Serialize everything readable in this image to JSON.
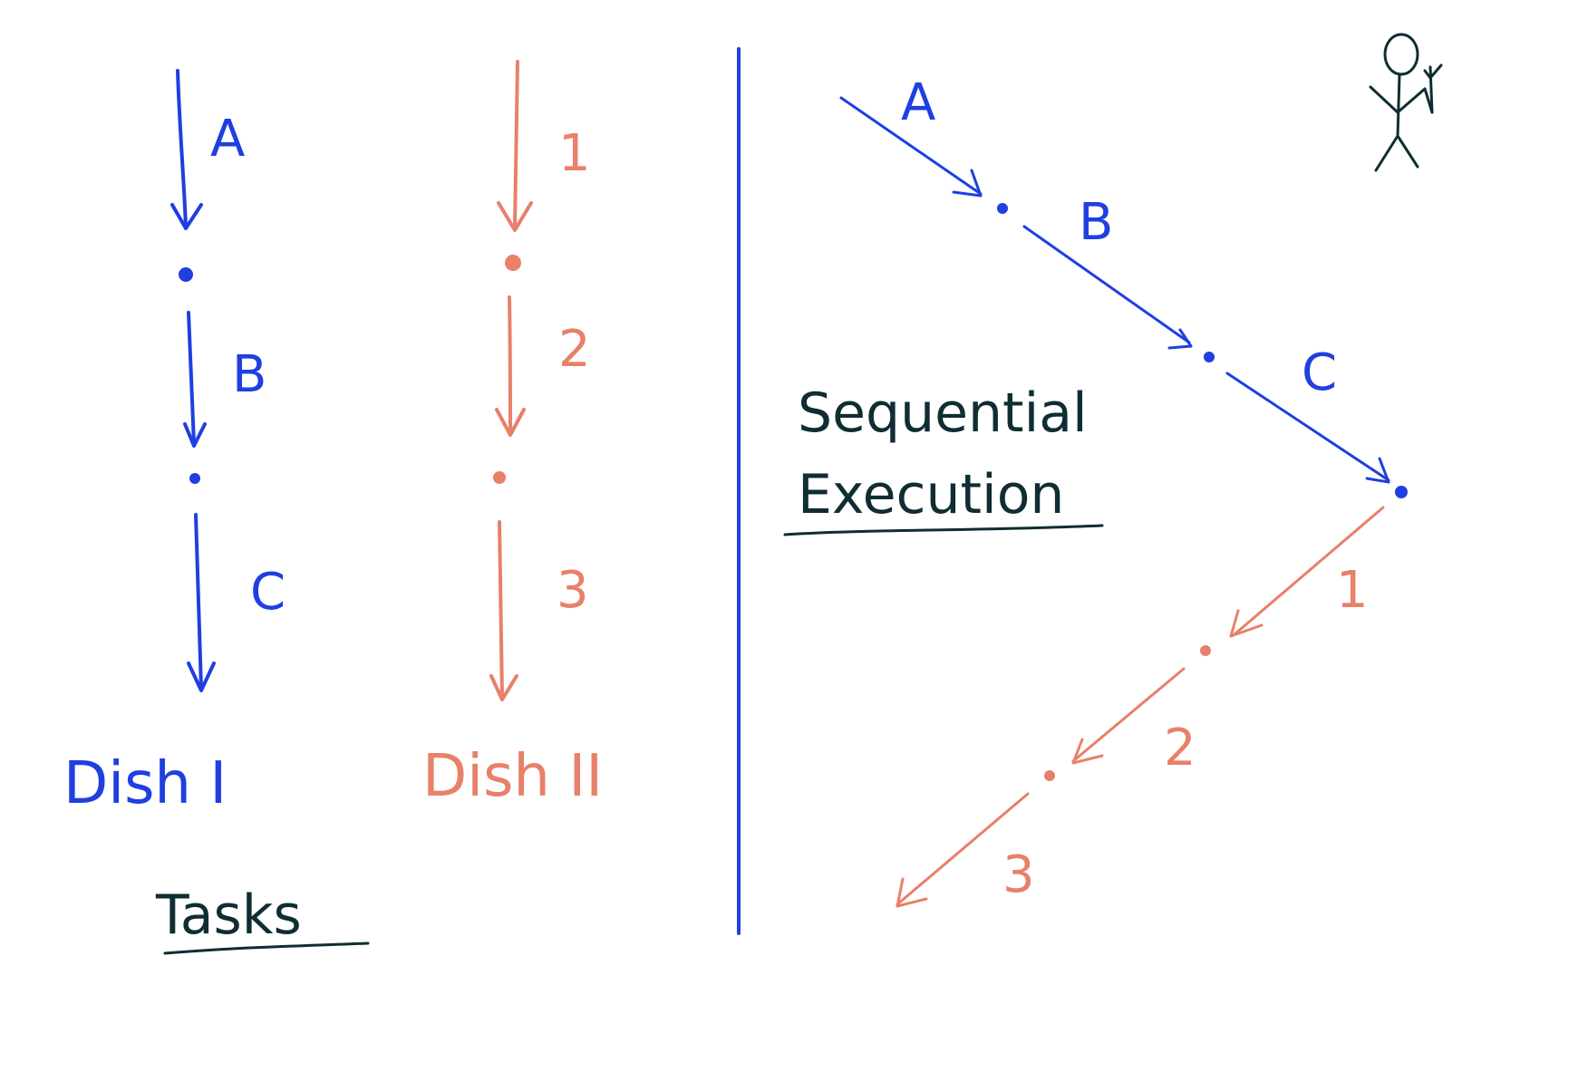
{
  "colors": {
    "blue": "#1f3fe0",
    "salmon": "#e8806a",
    "ink": "#0f2d33"
  },
  "tasks": {
    "title": "Tasks",
    "dish1": {
      "label": "Dish I",
      "steps": [
        "A",
        "B",
        "C"
      ]
    },
    "dish2": {
      "label": "Dish II",
      "steps": [
        "1",
        "2",
        "3"
      ]
    }
  },
  "sequential": {
    "title_line1": "Sequential",
    "title_line2": "Execution",
    "steps": [
      "A",
      "B",
      "C",
      "1",
      "2",
      "3"
    ]
  },
  "icons": {
    "person": "stick-figure-icon"
  }
}
